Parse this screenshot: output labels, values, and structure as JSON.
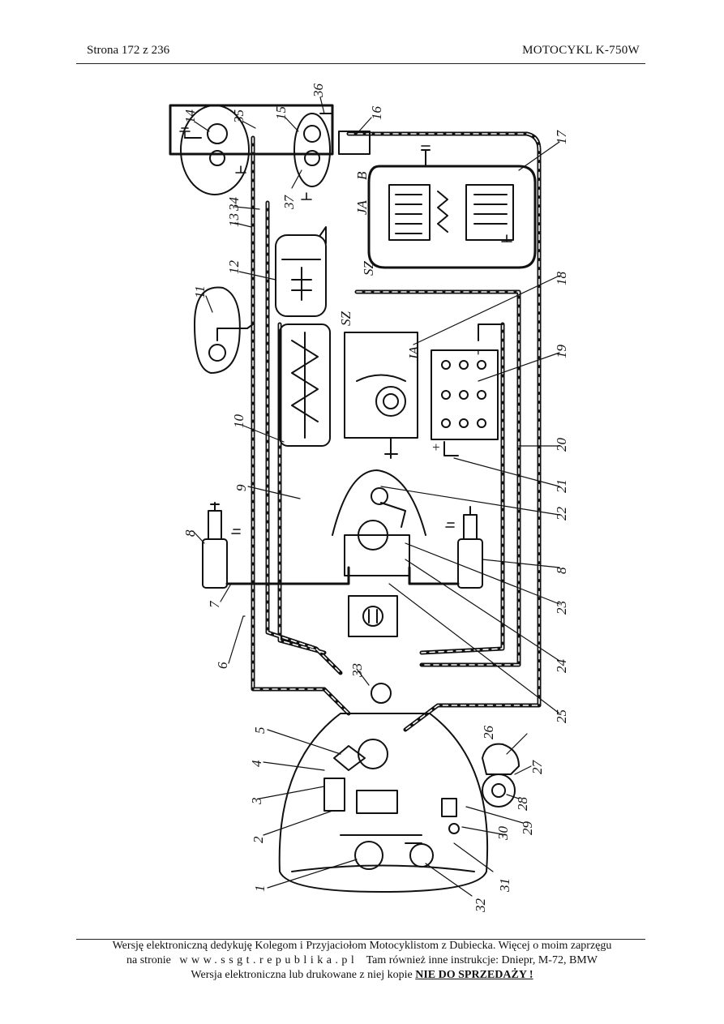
{
  "header": {
    "page_label": "Strona 172 z 236",
    "manual_title": "MOTOCYKL  K-750W"
  },
  "diagram": {
    "callouts": [
      "1",
      "2",
      "3",
      "4",
      "5",
      "6",
      "7",
      "8",
      "9",
      "10",
      "11",
      "12",
      "13",
      "14",
      "15",
      "16",
      "17",
      "18",
      "19",
      "20",
      "21",
      "22",
      "23",
      "24",
      "25",
      "26",
      "27",
      "28",
      "29",
      "30",
      "31",
      "32",
      "33",
      "34",
      "35",
      "36",
      "37"
    ],
    "terminal_labels": {
      "b": "B",
      "ja_regulator": "JA",
      "sz_regulator": "SZ",
      "sz_generator": "SZ",
      "ja_generator": "JA",
      "minus": "-",
      "plus": "+"
    }
  },
  "footer": {
    "line1": "Wersję elektroniczną dedykuję Kolegom i Przyjaciołom Motocyklistom z Dubiecka. Więcej o moim zaprzęgu",
    "line2_prefix": "na stronie",
    "line2_site": "www.ssgt.republika.pl",
    "line2_suffix": "Tam również inne instrukcje: Dniepr, M-72, BMW",
    "line3_prefix": "Wersja elektroniczna lub drukowane z niej kopie",
    "line3_warning": "NIE DO SPRZEDAŻY !"
  }
}
